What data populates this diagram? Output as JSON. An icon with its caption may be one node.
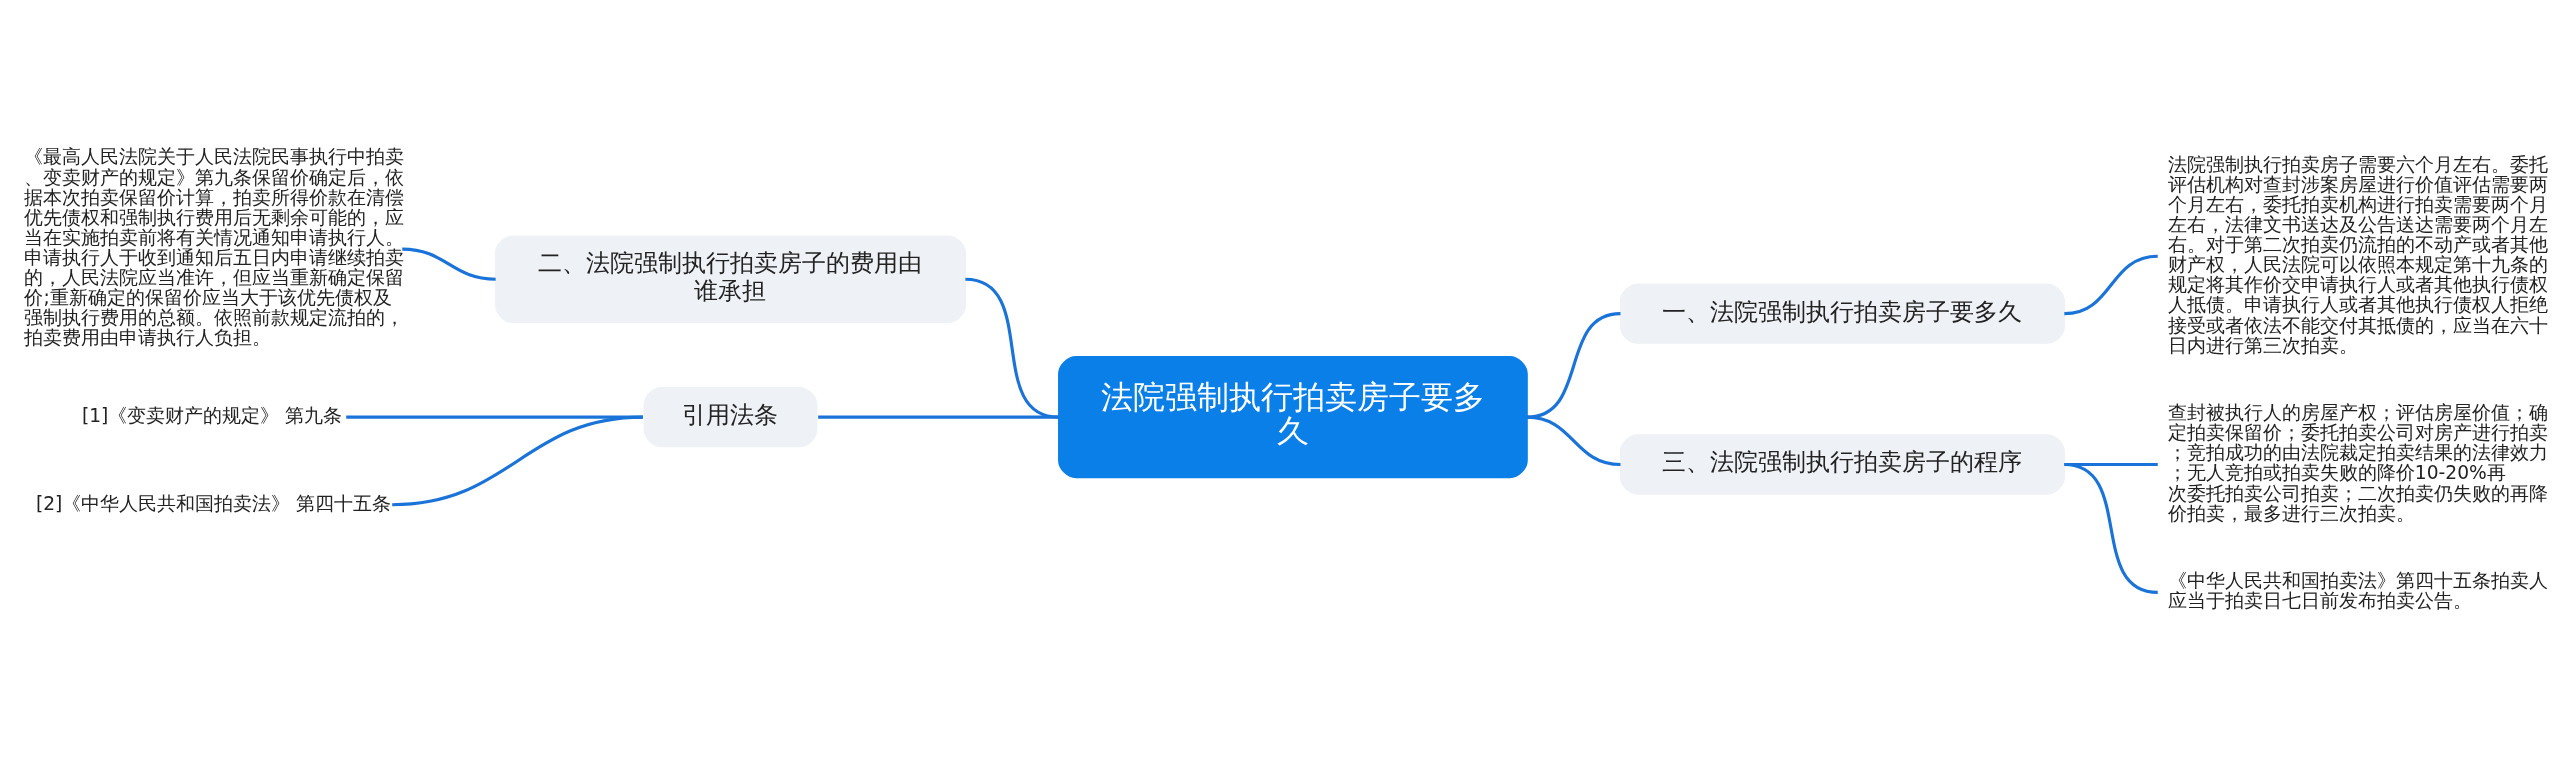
{
  "diagram": {
    "nodes": [
      {
        "text": [
          "法院强制执行拍卖房子要多久"
        ]
      },
      {
        "text": [
          "一、法院强制执行拍卖房子要多久"
        ]
      },
      {
        "text": [
          "法院强制执行拍卖房子需要六个月左右。委托评估机构对查封涉案房屋进行价值评估需要两个月左右，委托拍卖机构进行拍卖需要两个月左右，法律文书送达及公告送达需要两个月左右。对于第二次拍卖仍流拍的不动产或者其他财产权，人民法院可以依照本规定第十九条的规定将其作价交申请执行人或者其他执行债权人抵债。申请执行人或者其他执行债权人拒绝接受或者依法不能交付其抵债的，应当在六十日内进行第三次拍卖。"
        ]
      },
      {
        "text": [
          "二、法院强制执行拍卖房子的费用由谁承担"
        ]
      },
      {
        "text": [
          "《最高人民法院关于人民法院民事执行中拍卖、变卖财产的规定》第九条保留价确定后，依据本次拍卖保留价计算，拍卖所得价款在清偿优先债权和强制执行费用后无剩余可能的，应当在实施拍卖前将有关情况通知申请执行人。申请执行人于收到通知后五日内申请继续拍卖的，人民法院应当准许，但应当重新确定保留价;重新确定的保留价应当大于该优先债权及强制执行费用的总额。依照前款规定流拍的，拍卖费用由申请执行人负担。"
        ]
      },
      {
        "text": [
          "三、法院强制执行拍卖房子的程序"
        ]
      },
      {
        "text": [
          "查封被执行人的房屋产权；评估房屋价值；确定拍卖保留价；委托拍卖公司对房产进行拍卖；竞拍成功的由法院裁定拍卖结果的法律效力；无人竞拍或拍卖失败的降价10-20%再次委托拍卖公司拍卖；二次拍卖仍失败的再降价拍卖，最多进行三次拍卖。"
        ]
      },
      {
        "text": [
          "《中华人民共和国拍卖法》第四十五条拍卖人应当于拍卖日七日前发布拍卖公告。"
        ]
      },
      {
        "text": [
          "引用法条"
        ]
      },
      {
        "text": [
          "[1]《变卖财产的规定》 第九条"
        ]
      },
      {
        "text": [
          "[2]《中华人民共和国拍卖法》 第四十五条"
        ]
      }
    ],
    "edges": [
      {
        "from": 0,
        "to": 1,
        "arrow": "none"
      },
      {
        "from": 1,
        "to": 2,
        "arrow": "none"
      },
      {
        "from": 0,
        "to": 3,
        "arrow": "none"
      },
      {
        "from": 3,
        "to": 4,
        "arrow": "none"
      },
      {
        "from": 0,
        "to": 5,
        "arrow": "none"
      },
      {
        "from": 5,
        "to": 6,
        "arrow": "none"
      },
      {
        "from": 5,
        "to": 7,
        "arrow": "none"
      },
      {
        "from": 0,
        "to": 8,
        "arrow": "none"
      },
      {
        "from": 8,
        "to": 9,
        "arrow": "none"
      },
      {
        "from": 8,
        "to": 10,
        "arrow": "none"
      }
    ]
  }
}
